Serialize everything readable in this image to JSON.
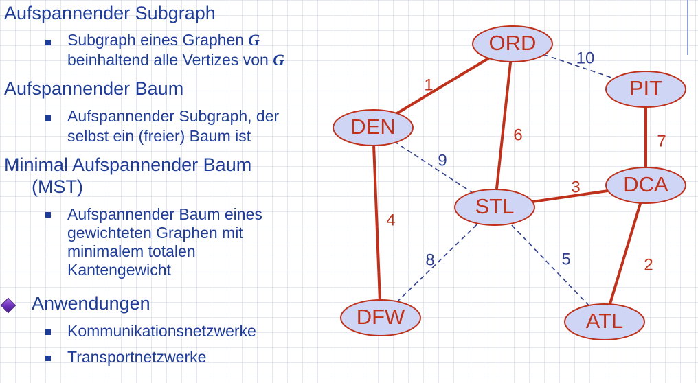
{
  "text": {
    "heading1": "Aufspannender Subgraph",
    "sub1_line1_prefix": "Subgraph eines Graphen ",
    "sub1_line1_g": "G",
    "sub1_line2_prefix": "beinhaltend alle Vertizes von ",
    "sub1_line2_g": "G",
    "heading2": "Aufspannender Baum",
    "sub2_line1": "Aufspannender Subgraph, der",
    "sub2_line2": "selbst ein (freier) Baum ist",
    "heading3_line1": "Minimal Aufspannender Baum",
    "heading3_line2": "(MST)",
    "sub3_line1": "Aufspannender Baum eines",
    "sub3_line2": "gewichteten Graphen mit",
    "sub3_line3": "minimalem totalen",
    "sub3_line4": "Kantengewicht",
    "heading4": "Anwendungen",
    "app1": "Kommunikationsnetzwerke",
    "app2": "Transportnetzwerke"
  },
  "graph": {
    "colors": {
      "node_fill": "#cfd6f5",
      "node_stroke": "#c0311b",
      "node_text": "#c0311b",
      "tree_edge": "#c0311b",
      "non_tree_edge": "#2f3f8f",
      "weight_tree": "#c0311b",
      "weight_non_tree": "#2f3f8f"
    },
    "nodes": [
      {
        "id": "ORD",
        "label": "ORD"
      },
      {
        "id": "PIT",
        "label": "PIT"
      },
      {
        "id": "DEN",
        "label": "DEN"
      },
      {
        "id": "DCA",
        "label": "DCA"
      },
      {
        "id": "STL",
        "label": "STL"
      },
      {
        "id": "DFW",
        "label": "DFW"
      },
      {
        "id": "ATL",
        "label": "ATL"
      }
    ],
    "edges": [
      {
        "from": "ORD",
        "to": "DEN",
        "weight": "1",
        "in_mst": true
      },
      {
        "from": "ORD",
        "to": "STL",
        "weight": "6",
        "in_mst": true
      },
      {
        "from": "ORD",
        "to": "PIT",
        "weight": "10",
        "in_mst": false
      },
      {
        "from": "PIT",
        "to": "DCA",
        "weight": "7",
        "in_mst": true
      },
      {
        "from": "DEN",
        "to": "STL",
        "weight": "9",
        "in_mst": false
      },
      {
        "from": "DEN",
        "to": "DFW",
        "weight": "4",
        "in_mst": true
      },
      {
        "from": "STL",
        "to": "DCA",
        "weight": "3",
        "in_mst": true
      },
      {
        "from": "STL",
        "to": "DFW",
        "weight": "8",
        "in_mst": false
      },
      {
        "from": "STL",
        "to": "ATL",
        "weight": "5",
        "in_mst": false
      },
      {
        "from": "DCA",
        "to": "ATL",
        "weight": "2",
        "in_mst": true
      }
    ]
  }
}
